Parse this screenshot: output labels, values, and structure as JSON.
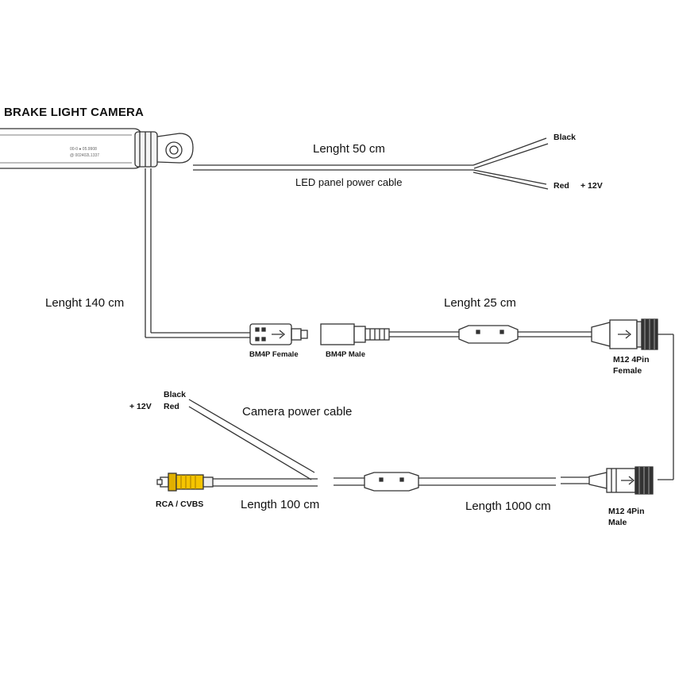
{
  "title": "BRAKE LIGHT CAMERA",
  "camera_unit": {
    "label_line1": "",
    "label_line2": ""
  },
  "led_cable": {
    "length": "Lenght 50 cm",
    "name": "LED panel power cable",
    "wire_black": "Black",
    "wire_red": "Red",
    "wire_red_voltage": "+ 12V"
  },
  "camera_cable": {
    "length": "Lenght 140 cm"
  },
  "connectors": {
    "bm4p_female": "BM4P Female",
    "bm4p_male": "BM4P Male",
    "m12_female": "M12 4Pin\nFemale",
    "m12_male": "M12 4Pin\nMale",
    "rca": "RCA / CVBS"
  },
  "adapter_cable": {
    "length": "Lenght 25 cm"
  },
  "power_cable": {
    "name": "Camera power cable",
    "wire_black": "Black",
    "wire_red": "Red",
    "voltage": "+ 12V"
  },
  "video_cable": {
    "rca_length": "Length 100 cm",
    "extension_length": "Length  1000 cm"
  },
  "colors": {
    "line": "#333333",
    "rca_yellow": "#f5c400",
    "background": "#ffffff"
  }
}
